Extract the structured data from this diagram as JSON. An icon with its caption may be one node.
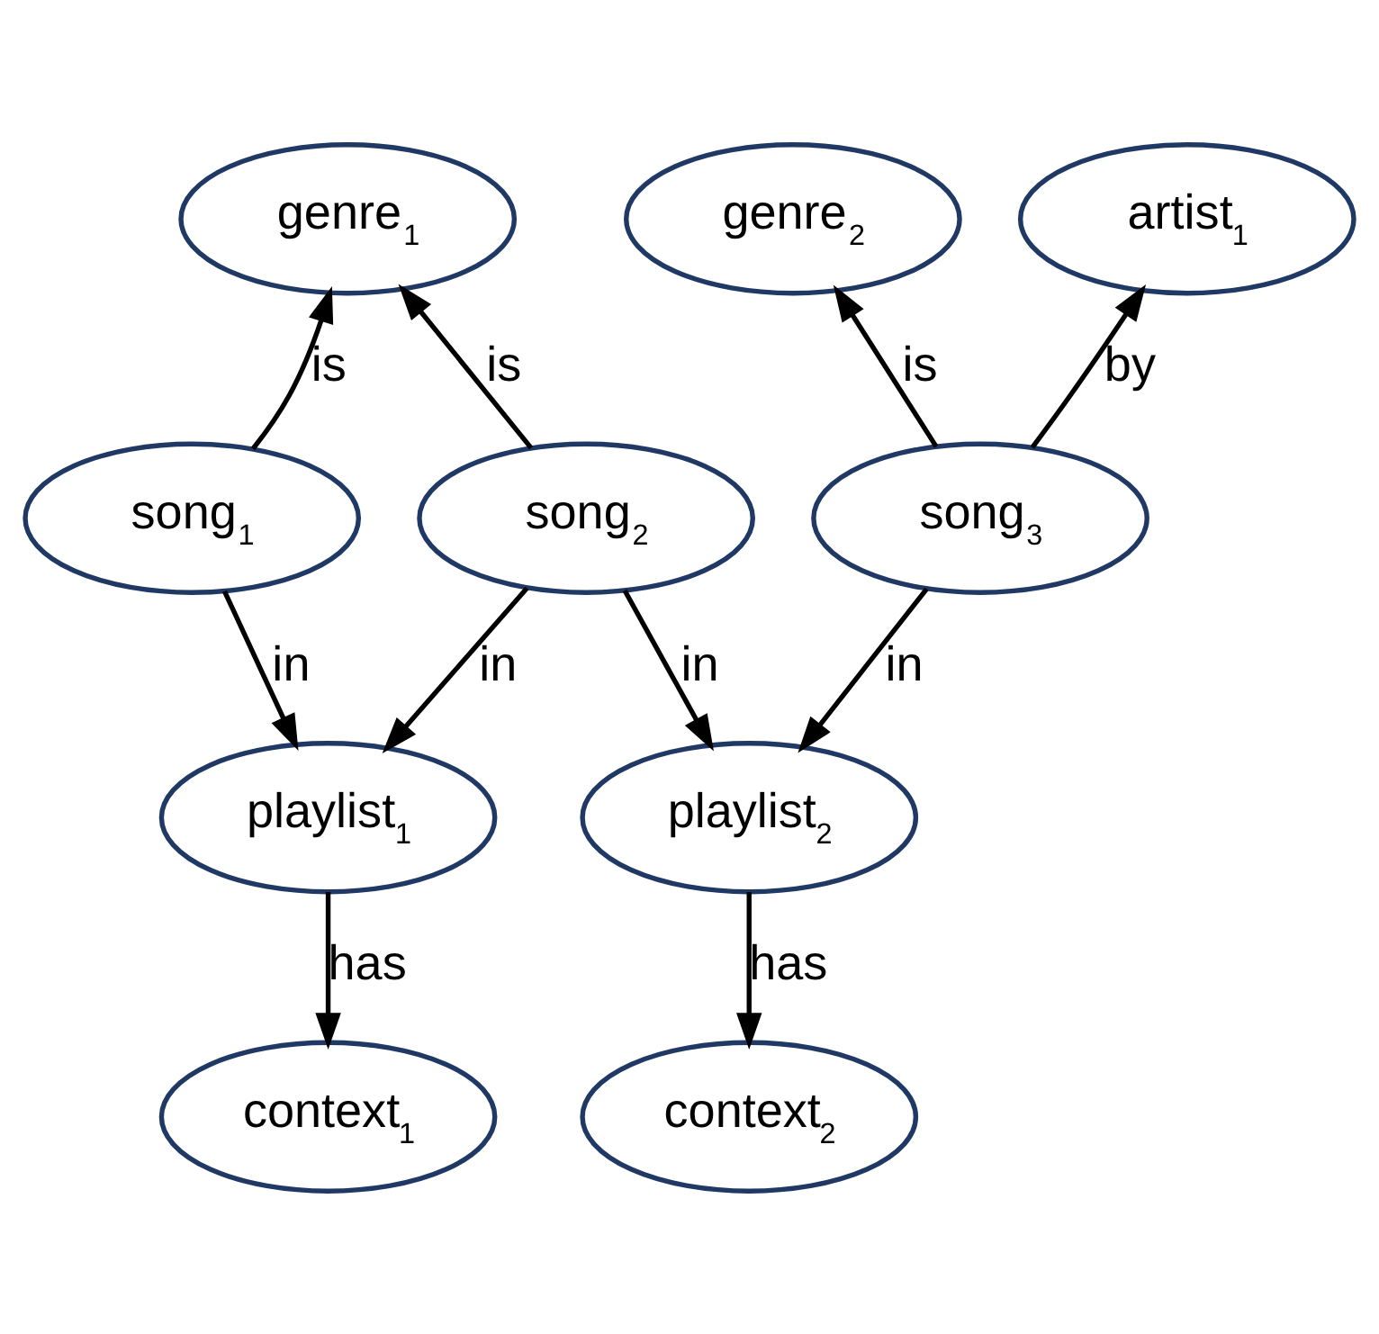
{
  "diagram": {
    "nodes": [
      {
        "text": [
          "genre$_{1}$"
        ]
      },
      {
        "text": [
          "genre$_{2}$"
        ]
      },
      {
        "text": [
          "artist$_{1}$"
        ]
      },
      {
        "text": [
          "song$_{1}$"
        ]
      },
      {
        "text": [
          "song$_{2}$"
        ]
      },
      {
        "text": [
          "song$_{3}$"
        ]
      },
      {
        "text": [
          "playlist$_{1}$"
        ]
      },
      {
        "text": [
          "playlist$_{2}$"
        ]
      },
      {
        "text": [
          "context$_{1}$"
        ]
      },
      {
        "text": [
          "context$_{2}$"
        ]
      }
    ],
    "edges": [
      {
        "from": 3,
        "to": 0,
        "arrow": "to",
        "label": "is"
      },
      {
        "from": 4,
        "to": 0,
        "arrow": "to",
        "label": "is"
      },
      {
        "from": 5,
        "to": 1,
        "arrow": "to",
        "label": "is"
      },
      {
        "from": 5,
        "to": 2,
        "arrow": "to",
        "label": "by"
      },
      {
        "from": 3,
        "to": 6,
        "arrow": "to",
        "label": "in"
      },
      {
        "from": 4,
        "to": 6,
        "arrow": "to",
        "label": "in"
      },
      {
        "from": 4,
        "to": 7,
        "arrow": "to",
        "label": "in"
      },
      {
        "from": 5,
        "to": 7,
        "arrow": "to",
        "label": "in"
      },
      {
        "from": 6,
        "to": 8,
        "arrow": "to",
        "label": "has"
      },
      {
        "from": 7,
        "to": 9,
        "arrow": "to",
        "label": "has"
      }
    ]
  }
}
